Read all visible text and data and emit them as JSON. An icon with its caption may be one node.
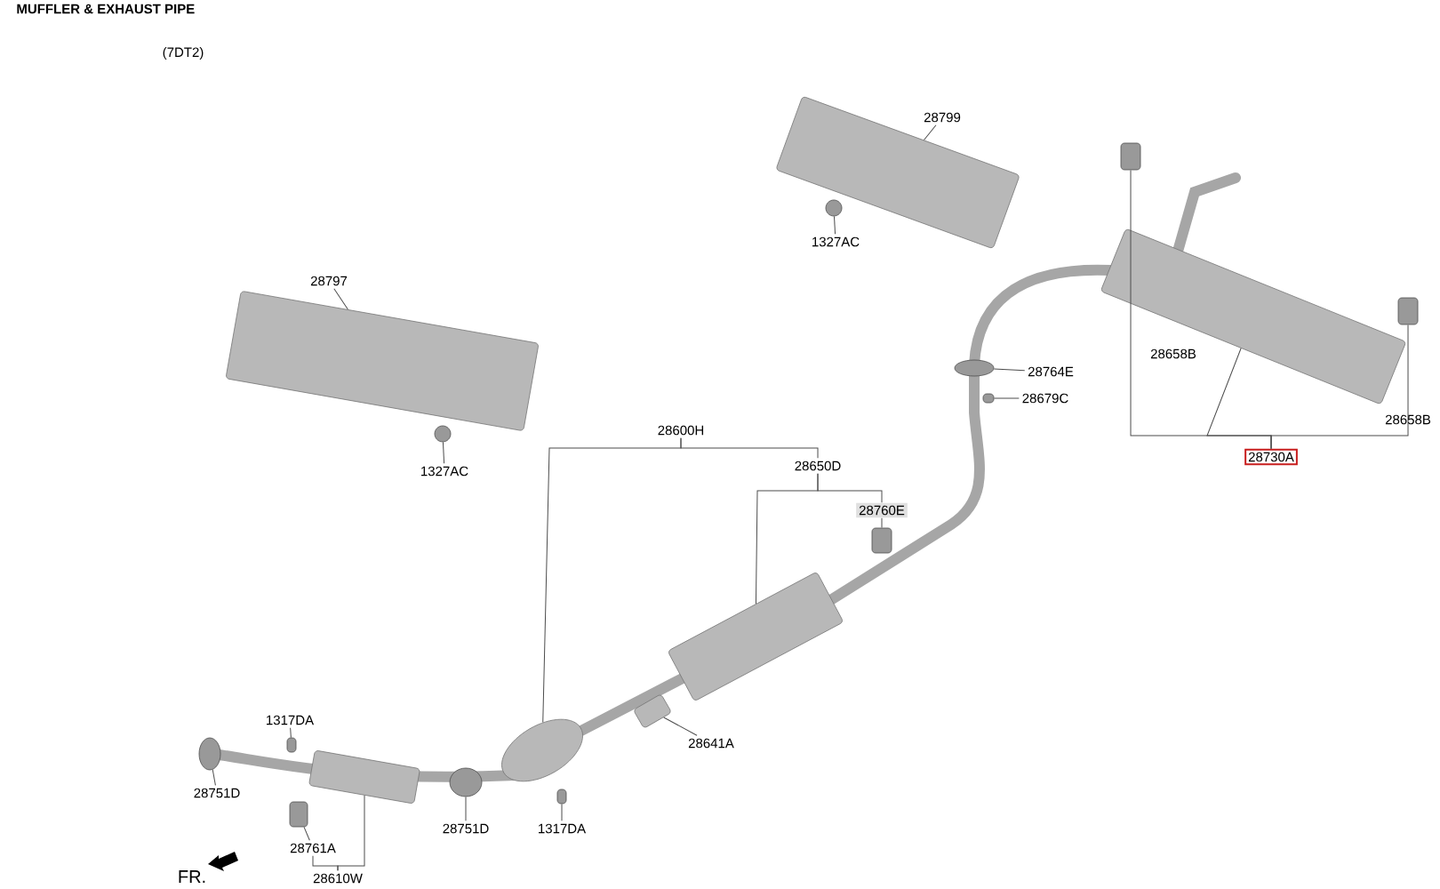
{
  "diagram": {
    "title": "MUFFLER & EXHAUST PIPE",
    "nodes": [
      {
        "text": [
          "28799"
        ]
      },
      {
        "text": [
          "1327AC"
        ]
      },
      {
        "text": [
          "28797"
        ]
      },
      {
        "text": [
          "1327AC"
        ]
      },
      {
        "text": [
          "28600H"
        ]
      },
      {
        "text": [
          "28650D"
        ]
      },
      {
        "text": [
          "28760E"
        ]
      },
      {
        "text": [
          "28764E"
        ]
      },
      {
        "text": [
          "28679C"
        ]
      },
      {
        "text": [
          "28730A"
        ]
      },
      {
        "text": [
          "28641A"
        ]
      },
      {
        "text": [
          "1317DA"
        ]
      },
      {
        "text": [
          "28751D"
        ]
      },
      {
        "text": [
          "28751D"
        ]
      },
      {
        "text": [
          "1317DA"
        ]
      },
      {
        "text": [
          "28761A"
        ]
      },
      {
        "text": [
          "28610W"
        ]
      },
      {
        "text": [],
        "shape": "picture"
      },
      {
        "text": [],
        "shape": "circle"
      },
      {
        "text": [],
        "shape": "picture"
      },
      {
        "text": [],
        "shape": "circle"
      },
      {
        "text": [],
        "shape": "box"
      },
      {
        "text": [],
        "shape": "picture"
      },
      {
        "text": [],
        "shape": "box"
      },
      {
        "text": [],
        "shape": "circle"
      },
      {
        "text": [],
        "shape": "box"
      },
      {
        "text": [],
        "shape": "box"
      },
      {
        "text": [],
        "shape": "picture"
      },
      {
        "text": [],
        "shape": "picture"
      },
      {
        "text": [],
        "shape": "picture"
      },
      {
        "text": [],
        "shape": "picture"
      },
      {
        "text": [],
        "shape": "circle"
      },
      {
        "text": [],
        "shape": "box"
      },
      {
        "text": [],
        "shape": "box"
      },
      {
        "text": [],
        "shape": "circle"
      },
      {
        "text": [],
        "shape": "box"
      }
    ],
    "edges": [
      {
        "from": 0,
        "to": 17,
        "arrow": "none"
      },
      {
        "from": 1,
        "to": 18,
        "arrow": "none"
      },
      {
        "from": 2,
        "to": 19,
        "arrow": "none"
      },
      {
        "from": 3,
        "to": 20,
        "arrow": "none"
      },
      {
        "from": 4,
        "to": 28,
        "arrow": "none"
      },
      {
        "from": 4,
        "to": 5,
        "arrow": "none"
      },
      {
        "from": 5,
        "to": 27,
        "arrow": "none"
      },
      {
        "from": 5,
        "to": 6,
        "arrow": "none"
      },
      {
        "from": 6,
        "to": 26,
        "arrow": "none"
      },
      {
        "from": 7,
        "to": 24,
        "arrow": "none"
      },
      {
        "from": 8,
        "to": 25,
        "arrow": "none"
      },
      {
        "from": 9,
        "to": 22,
        "arrow": "none"
      },
      {
        "from": 9,
        "to": 21,
        "arrow": "none"
      },
      {
        "from": 9,
        "to": 23,
        "arrow": "none"
      },
      {
        "from": 10,
        "to": 29,
        "arrow": "none"
      },
      {
        "from": 11,
        "to": 32,
        "arrow": "none"
      },
      {
        "from": 12,
        "to": 31,
        "arrow": "none"
      },
      {
        "from": 13,
        "to": 34,
        "arrow": "none"
      },
      {
        "from": 14,
        "to": 35,
        "arrow": "none"
      },
      {
        "from": 15,
        "to": 33,
        "arrow": "none"
      },
      {
        "from": 16,
        "to": 30,
        "arrow": "none"
      },
      {
        "from": 16,
        "to": 15,
        "arrow": "none"
      }
    ],
    "labels": [
      "(7DT2)",
      "28658B",
      "28658B",
      "FR."
    ]
  }
}
